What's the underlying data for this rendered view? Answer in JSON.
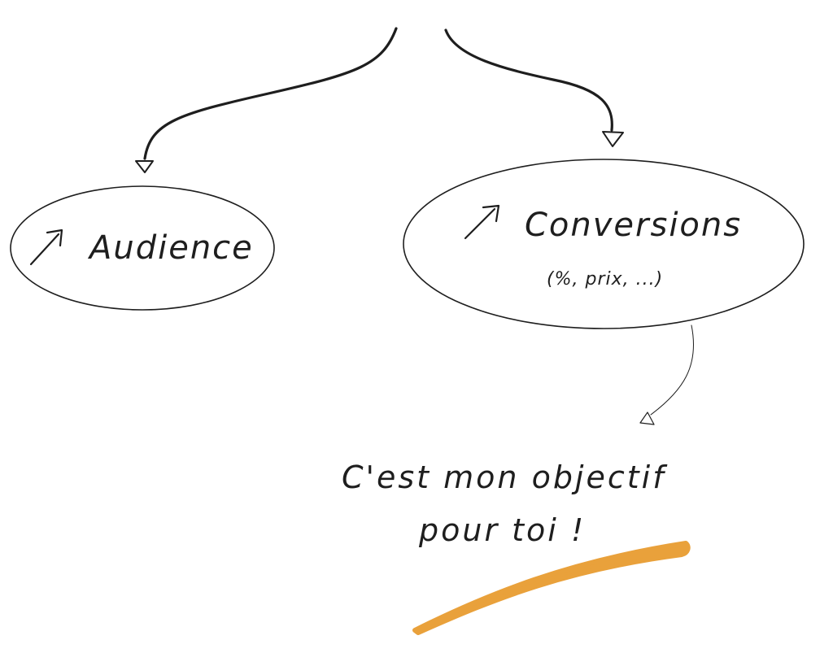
{
  "nodes": {
    "audience": {
      "label": "Audience"
    },
    "conversions": {
      "label": "Conversions",
      "sublabel": "(%, prix, ...)"
    }
  },
  "note": {
    "line1": "C'est mon objectif",
    "line2": "pour toi !"
  },
  "colors": {
    "ink": "#1e1e1e",
    "highlight": "#e9a13b",
    "background": "#ffffff"
  },
  "icons": {
    "increase": "up-right-arrow-icon"
  }
}
